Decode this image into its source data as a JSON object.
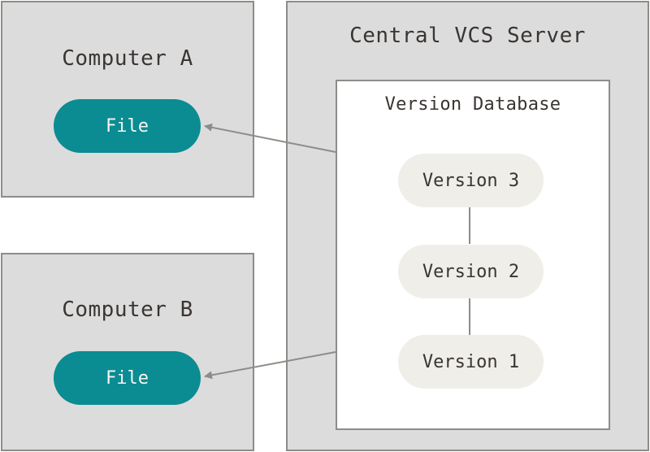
{
  "computer_a": {
    "title": "Computer A",
    "file_label": "File"
  },
  "computer_b": {
    "title": "Computer B",
    "file_label": "File"
  },
  "server": {
    "title": "Central VCS Server",
    "database": {
      "title": "Version Database",
      "versions": [
        "Version 3",
        "Version 2",
        "Version 1"
      ]
    }
  },
  "colors": {
    "box_fill": "#dcdcdc",
    "box_border": "#8e8c89",
    "file_pill": "#0a8c92",
    "version_pill": "#efeee8",
    "text": "#3a3532",
    "arrow": "#8e8c89"
  }
}
